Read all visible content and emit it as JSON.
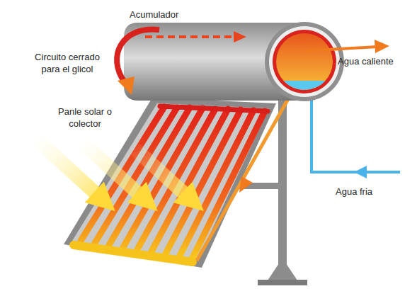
{
  "diagram": {
    "labels": [
      "Acumulador",
      "Circuito cerrado para el glicol",
      "Panle solar o colector",
      "Agua caliente",
      "Agua fria"
    ]
  }
}
